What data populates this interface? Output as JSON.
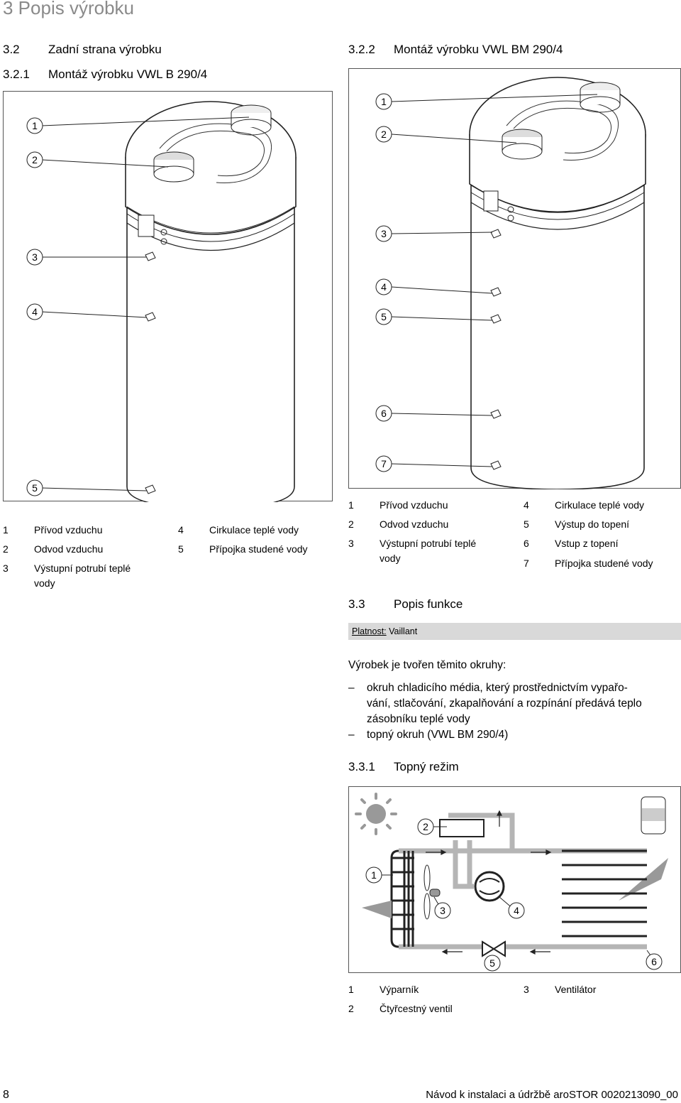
{
  "chapter_title": "3 Popis výrobku",
  "sec_3_2": {
    "num": "3.2",
    "title": "Zadní strana výrobku"
  },
  "sec_3_2_1": {
    "num": "3.2.1",
    "title": "Montáž výrobku VWL B 290/4"
  },
  "sec_3_2_2": {
    "num": "3.2.2",
    "title": "Montáž výrobku VWL BM 290/4"
  },
  "fig_left": {
    "callouts": [
      "1",
      "2",
      "3",
      "4",
      "5"
    ],
    "legend": [
      {
        "n": "1",
        "t": "Přívod vzduchu"
      },
      {
        "n": "2",
        "t": "Odvod vzduchu"
      },
      {
        "n": "3",
        "t": "Výstupní potrubí teplé",
        "t2": "vody"
      },
      {
        "n": "4",
        "t": "Cirkulace teplé vody"
      },
      {
        "n": "5",
        "t": "Přípojka studené vody"
      }
    ]
  },
  "fig_right": {
    "callouts": [
      "1",
      "2",
      "3",
      "4",
      "5",
      "6",
      "7"
    ],
    "legend": [
      {
        "n": "1",
        "t": "Přívod vzduchu"
      },
      {
        "n": "2",
        "t": "Odvod vzduchu"
      },
      {
        "n": "3",
        "t": "Výstupní potrubí teplé",
        "t2": "vody"
      },
      {
        "n": "4",
        "t": "Cirkulace teplé vody"
      },
      {
        "n": "5",
        "t": "Výstup do topení"
      },
      {
        "n": "6",
        "t": "Vstup z topení"
      },
      {
        "n": "7",
        "t": "Přípojka studené vody"
      }
    ]
  },
  "sec_3_3": {
    "num": "3.3",
    "title": "Popis funkce"
  },
  "platnost": {
    "label": "Platnost:",
    "value": "Vaillant"
  },
  "intro": "Výrobek je tvořen těmito okruhy:",
  "bullets": [
    {
      "dash": "–",
      "lines": [
        "okruh chladicího média, který prostřednictvím vypařo-",
        "vání, stlačování, zkapalňování a rozpínání předává teplo",
        "zásobníku teplé vody"
      ]
    },
    {
      "dash": "–",
      "lines": [
        "topný okruh (VWL BM 290/4)"
      ]
    }
  ],
  "sec_3_3_1": {
    "num": "3.3.1",
    "title": "Topný režim"
  },
  "fig_cycle": {
    "callouts": [
      "1",
      "2",
      "3",
      "4",
      "5",
      "6"
    ],
    "legend": [
      {
        "n": "1",
        "t": "Výparník"
      },
      {
        "n": "2",
        "t": "Čtyřcestný ventil"
      },
      {
        "n": "3",
        "t": "Ventilátor"
      }
    ]
  },
  "footer": {
    "page": "8",
    "text": "Návod k instalaci a údržbě aroSTOR 0020213090_00"
  },
  "colors": {
    "pipe_gray": "#b5b5b5",
    "platnost_bg": "#d9d9d9",
    "panel_border": "#555555"
  }
}
